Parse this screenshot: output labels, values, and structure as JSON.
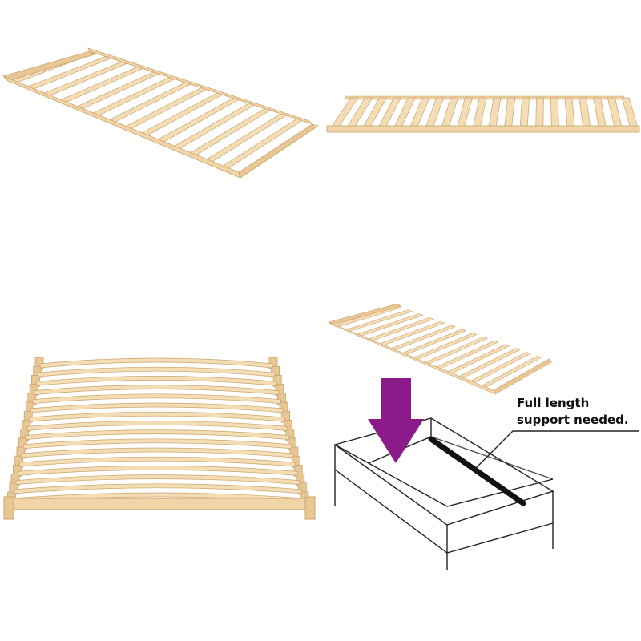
{
  "product_images": [
    {
      "view": "slatted bed base, angled top view"
    },
    {
      "view": "slatted bed base, side view"
    },
    {
      "view": "slatted bed base, front view with curved slats"
    },
    {
      "view": "installation diagram"
    }
  ],
  "annotation": {
    "line1": "Full length",
    "line2": "support needed."
  },
  "colors": {
    "wood_light": "#f4dcb4",
    "wood_mid": "#e8c794",
    "wood_dark": "#c9a46f",
    "arrow": "#8b1a8b",
    "outline": "#222222"
  }
}
